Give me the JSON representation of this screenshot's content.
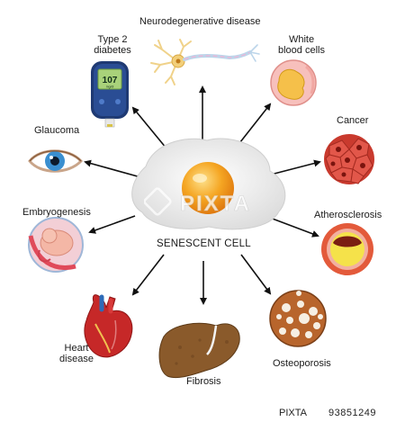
{
  "center": {
    "label": "SENESCENT CELL"
  },
  "labels": {
    "neuro": "Neurodegenerative disease",
    "diabetes_line1": "Type 2",
    "diabetes_line2": "diabetes",
    "wbc_line1": "White",
    "wbc_line2": "blood cells",
    "glaucoma": "Glaucoma",
    "cancer": "Cancer",
    "embryogenesis": "Embryogenesis",
    "atherosclerosis": "Atherosclerosis",
    "heart_line1": "Heart",
    "heart_line2": "disease",
    "fibrosis": "Fibrosis",
    "osteoporosis": "Osteoporosis"
  },
  "glucometer": {
    "reading": "107",
    "unit": "mg/dl"
  },
  "watermark": {
    "text": "PIXTA"
  },
  "footer": {
    "logo": "PIXTA",
    "id": "93851249"
  },
  "colors": {
    "arrow": "#111111",
    "yolk": "#f39a1e",
    "egg_white": "#f2f2f2",
    "liver": "#8a5a2b",
    "heart": "#c62828",
    "cancer": "#d84a3a",
    "artery_wall": "#c0392b",
    "plaque": "#f6e54a",
    "bone": "#c9773a",
    "eye_iris": "#3a8fd0"
  }
}
